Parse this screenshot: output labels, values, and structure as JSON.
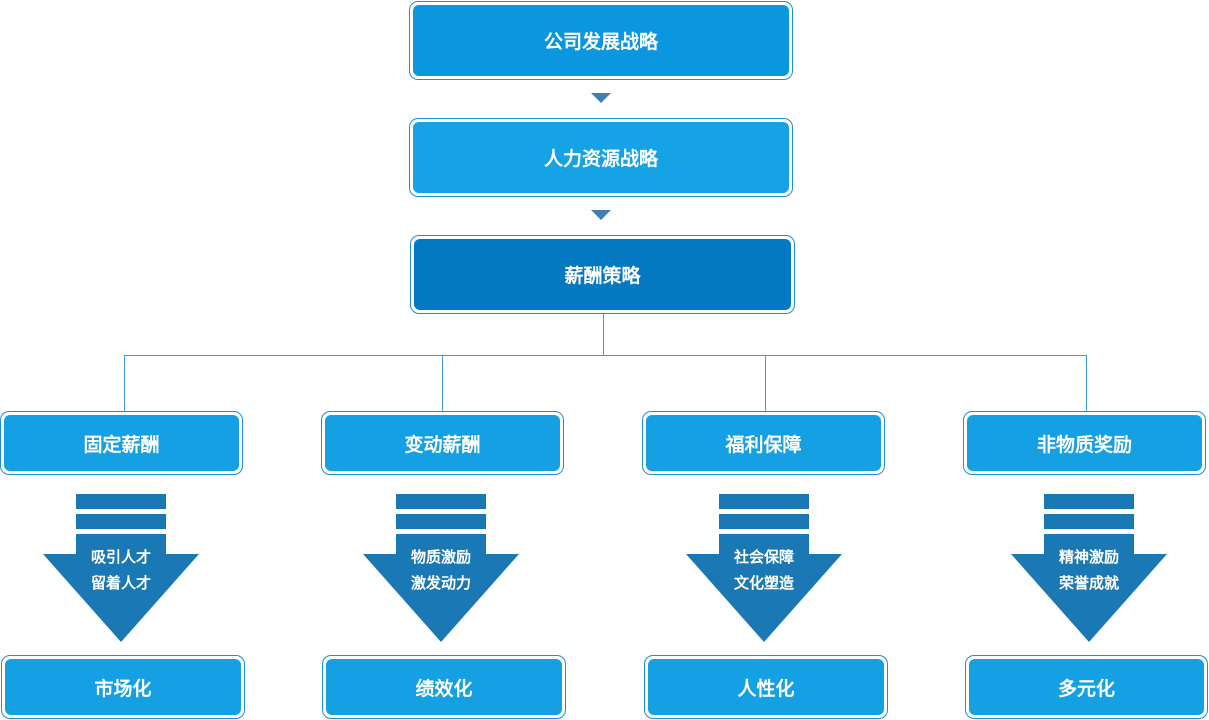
{
  "top": {
    "company_strategy": "公司发展战略",
    "hr_strategy": "人力资源战略",
    "pay_strategy": "薪酬策略"
  },
  "branches": [
    {
      "name": "固定薪酬",
      "line1": "吸引人才",
      "line2": "留着人才",
      "result": "市场化"
    },
    {
      "name": "变动薪酬",
      "line1": "物质激励",
      "line2": "激发动力",
      "result": "绩效化"
    },
    {
      "name": "福利保障",
      "line1": "社会保障",
      "line2": "文化塑造",
      "result": "人性化"
    },
    {
      "name": "非物质奖励",
      "line1": "精神激励",
      "line2": "荣誉成就",
      "result": "多元化"
    }
  ],
  "colors": {
    "primary": "#0a97e0",
    "light": "#15a3e6",
    "dark": "#0478c0",
    "arrow": "#1a78b4",
    "connector": "#3a9edc"
  }
}
